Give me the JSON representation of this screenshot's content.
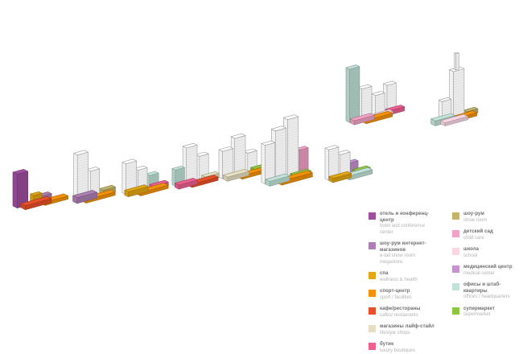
{
  "palette": {
    "background": "#ffffff",
    "building_white": "#ffffff",
    "outline_gray": "#9b9b9b",
    "hotel": "#9d4f9e",
    "etail": "#ad7fb3",
    "spa": "#e3a712",
    "sport": "#f39208",
    "cafes": "#e8502a",
    "lifestyle": "#e7dfc2",
    "boutique": "#ee5f8f",
    "showroom": "#c4b36b",
    "childcare": "#f2a3c5",
    "school": "#f8d6e4",
    "medical": "#c693ce",
    "offices": "#c0e2d8",
    "supermarket": "#8dc63f"
  },
  "legend": {
    "columns": [
      {
        "items": [
          {
            "key": "hotel",
            "ru": "отель и конференц-центр",
            "en": "hotel and conference center"
          },
          {
            "key": "etail",
            "ru": "шоу-рум интернет-магазинов",
            "en": "e-tail show room megastore"
          },
          {
            "key": "spa",
            "ru": "спа",
            "en": "wellness & health"
          },
          {
            "key": "sport",
            "ru": "спорт-центр",
            "en": "sport / facilities"
          },
          {
            "key": "cafes",
            "ru": "кафе/рестораны",
            "en": "cafes/ restaurants"
          },
          {
            "key": "lifestyle",
            "ru": "магазины лайф-стайл",
            "en": "lifestyle shops"
          },
          {
            "key": "boutique",
            "ru": "бутик",
            "en": "luxury boutiques"
          }
        ]
      },
      {
        "items": [
          {
            "key": "showroom",
            "ru": "шоу-рум",
            "en": "show room"
          },
          {
            "key": "childcare",
            "ru": "детский сад",
            "en": "child care"
          },
          {
            "key": "school",
            "ru": "школа",
            "en": "school"
          },
          {
            "key": "medical",
            "ru": "медицинский центр",
            "en": "medical center"
          },
          {
            "key": "offices",
            "ru": "офисы и штаб-квартиры",
            "en": "offices / headquarters"
          },
          {
            "key": "supermarket",
            "ru": "супермаркет",
            "en": "supermarket"
          }
        ]
      }
    ]
  }
}
